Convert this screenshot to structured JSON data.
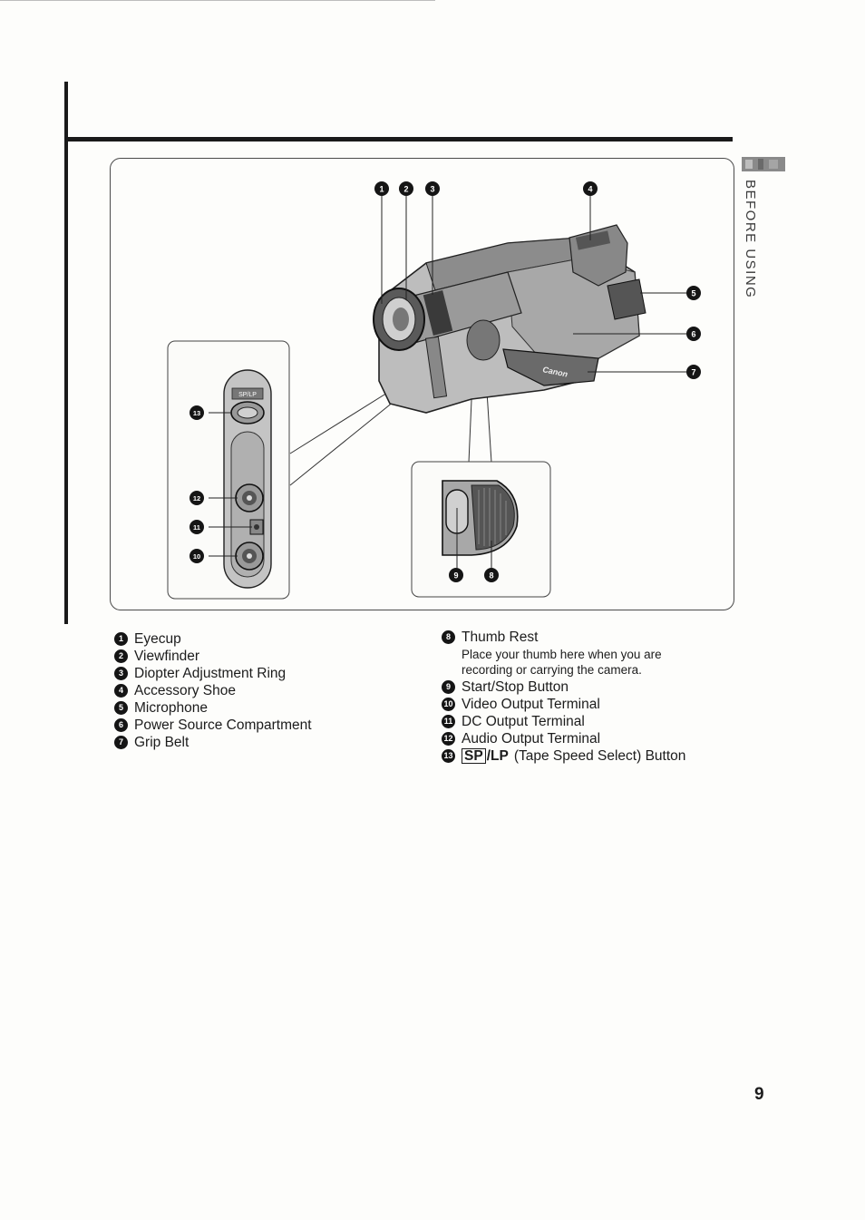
{
  "page": {
    "side_tab_label": "BEFORE USING",
    "page_number": "9"
  },
  "diagram": {
    "markers": [
      "1",
      "2",
      "3",
      "4",
      "5",
      "6",
      "7",
      "8",
      "9",
      "10",
      "11",
      "12",
      "13"
    ],
    "jack_panel_label": "SP/LP",
    "brand_text": "Canon"
  },
  "legend": {
    "left": [
      {
        "num": "1",
        "label": "Eyecup"
      },
      {
        "num": "2",
        "label": "Viewfinder"
      },
      {
        "num": "3",
        "label": "Diopter Adjustment Ring"
      },
      {
        "num": "4",
        "label": "Accessory Shoe"
      },
      {
        "num": "5",
        "label": "Microphone"
      },
      {
        "num": "6",
        "label": "Power Source Compartment"
      },
      {
        "num": "7",
        "label": "Grip Belt"
      }
    ],
    "right": [
      {
        "num": "8",
        "label": "Thumb Rest"
      },
      {
        "num": "9",
        "label": "Start/Stop Button"
      },
      {
        "num": "10",
        "label": "Video Output Terminal"
      },
      {
        "num": "11",
        "label": "DC Output Terminal"
      },
      {
        "num": "12",
        "label": "Audio Output Terminal"
      }
    ],
    "thumb_rest_note": "Place your thumb here when you are recording or carrying the camera.",
    "item13": {
      "num": "13",
      "sp": "SP",
      "lp": "/LP",
      "rest": "(Tape Speed Select) Button"
    }
  }
}
